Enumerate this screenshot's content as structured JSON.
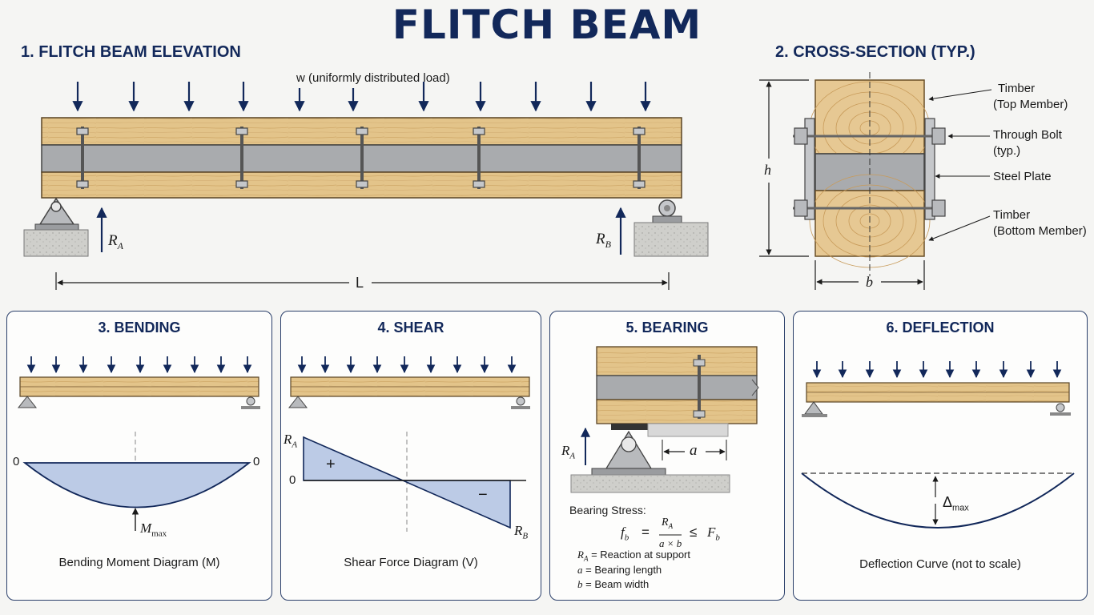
{
  "title": "FLITCH BEAM",
  "elevation": {
    "title": "1. FLITCH BEAM ELEVATION",
    "load_label": "w (uniformly distributed load)",
    "ra": "R",
    "ra_sub": "A",
    "rb": "R",
    "rb_sub": "B",
    "length_label": "L"
  },
  "cross_section": {
    "title": "2. CROSS-SECTION (TYP.)",
    "timber_top": "Timber",
    "timber_top_2": "(Top Member)",
    "bolt": "Through Bolt",
    "bolt_2": "(typ.)",
    "steel_plate": "Steel Plate",
    "timber_bottom": "Timber",
    "timber_bottom_2": "(Bottom Member)",
    "h": "h",
    "b": "b"
  },
  "bending": {
    "title": "3. BENDING",
    "zero_left": "0",
    "zero_right": "0",
    "mmax": "M",
    "mmax_sub": "max",
    "caption": "Bending Moment Diagram (M)"
  },
  "shear": {
    "title": "4. SHEAR",
    "ra": "R",
    "ra_sub": "A",
    "zero": "0",
    "plus": "+",
    "minus": "−",
    "rb": "R",
    "rb_sub": "B",
    "caption": "Shear Force Diagram (V)"
  },
  "bearing": {
    "title": "5. BEARING",
    "ra": "R",
    "ra_sub": "A",
    "a": "a",
    "stress_label": "Bearing Stress:",
    "f": "f",
    "f_sub": "b",
    "eq": "=",
    "num": "R",
    "num_sub": "A",
    "den": "a × b",
    "le": "≤",
    "F": "F",
    "F_sub": "b",
    "def1_sym": "R",
    "def1_sub": "A",
    "def1": " = Reaction at support",
    "def2_sym": "a",
    "def2": " = Bearing length",
    "def3_sym": "b",
    "def3": " = Beam width"
  },
  "deflection": {
    "title": "6. DEFLECTION",
    "delta": "Δ",
    "delta_sub": "max",
    "caption": "Deflection Curve (not to scale)"
  },
  "colors": {
    "navy": "#12285a",
    "timber": "#e3c48a",
    "steel": "#a9abae",
    "diagram_fill": "#bccbe6",
    "concrete": "#c9c9c6"
  }
}
